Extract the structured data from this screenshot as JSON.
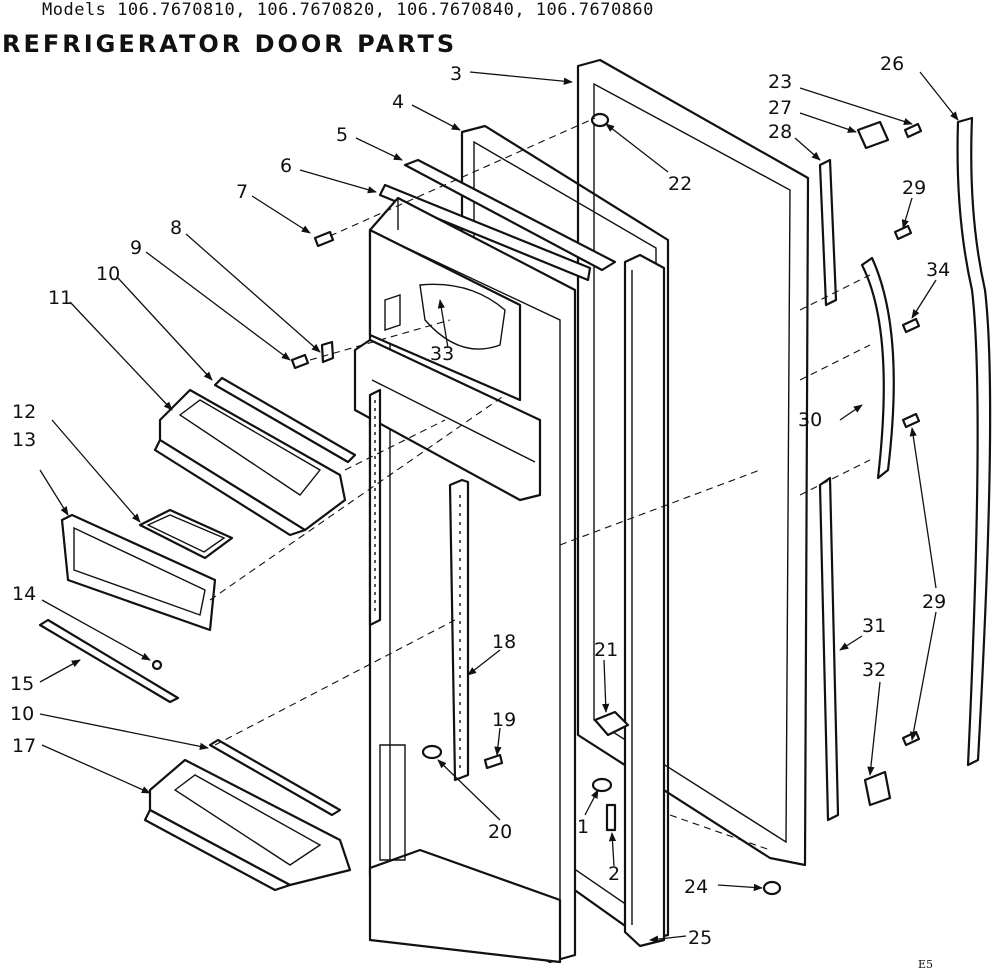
{
  "header": {
    "models_line": "Models 106.7670810, 106.7670820, 106.7670840, 106.7670860",
    "title": "REFRIGERATOR DOOR PARTS"
  },
  "corner_code": "E5",
  "callouts": {
    "c1": "1",
    "c2": "2",
    "c3": "3",
    "c4": "4",
    "c5": "5",
    "c6": "6",
    "c7": "7",
    "c8": "8",
    "c9": "9",
    "c10a": "10",
    "c10b": "10",
    "c11": "11",
    "c12": "12",
    "c13": "13",
    "c14": "14",
    "c15": "15",
    "c17": "17",
    "c18": "18",
    "c19": "19",
    "c20": "20",
    "c21": "21",
    "c22": "22",
    "c23": "23",
    "c24": "24",
    "c25": "25",
    "c26": "26",
    "c27": "27",
    "c28": "28",
    "c29a": "29",
    "c29b": "29",
    "c30": "30",
    "c31": "31",
    "c32": "32",
    "c33": "33",
    "c34": "34"
  }
}
